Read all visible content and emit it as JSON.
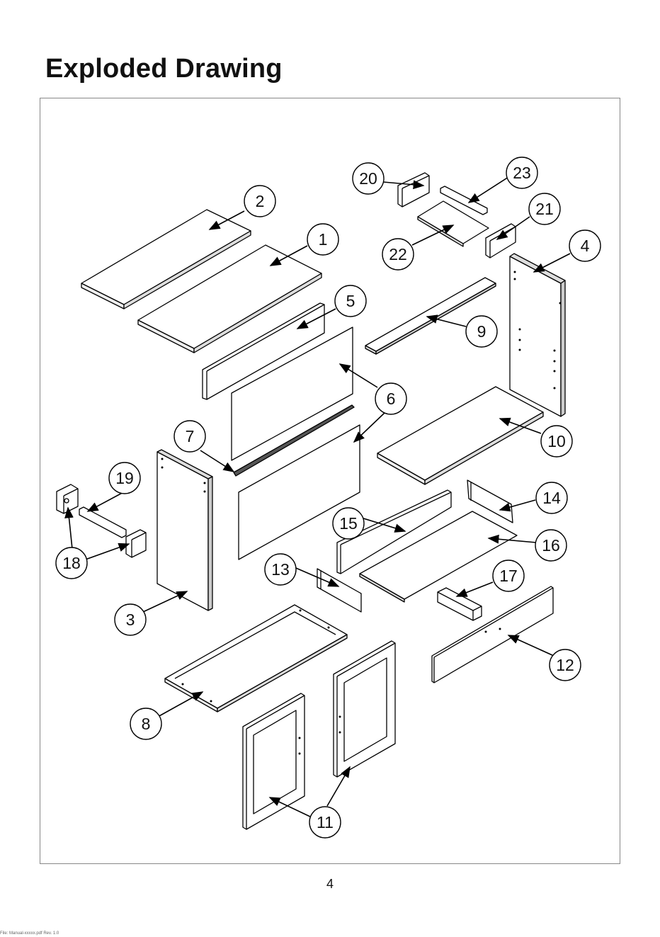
{
  "heading": "Exploded Drawing",
  "page_number": "4",
  "footer_note": "File: Manual-xxxxx.pdf  Rev. 1.0",
  "parts": [
    {
      "id": "1",
      "label": "1"
    },
    {
      "id": "2",
      "label": "2"
    },
    {
      "id": "3",
      "label": "3"
    },
    {
      "id": "4",
      "label": "4"
    },
    {
      "id": "5",
      "label": "5"
    },
    {
      "id": "6a",
      "label": "6"
    },
    {
      "id": "7",
      "label": "7"
    },
    {
      "id": "8",
      "label": "8"
    },
    {
      "id": "9",
      "label": "9"
    },
    {
      "id": "10",
      "label": "10"
    },
    {
      "id": "11",
      "label": "11"
    },
    {
      "id": "12",
      "label": "12"
    },
    {
      "id": "13",
      "label": "13"
    },
    {
      "id": "14",
      "label": "14"
    },
    {
      "id": "15",
      "label": "15"
    },
    {
      "id": "16",
      "label": "16"
    },
    {
      "id": "17",
      "label": "17"
    },
    {
      "id": "18",
      "label": "18"
    },
    {
      "id": "19",
      "label": "19"
    },
    {
      "id": "20",
      "label": "20"
    },
    {
      "id": "21",
      "label": "21"
    },
    {
      "id": "22",
      "label": "22"
    },
    {
      "id": "23",
      "label": "23"
    }
  ]
}
